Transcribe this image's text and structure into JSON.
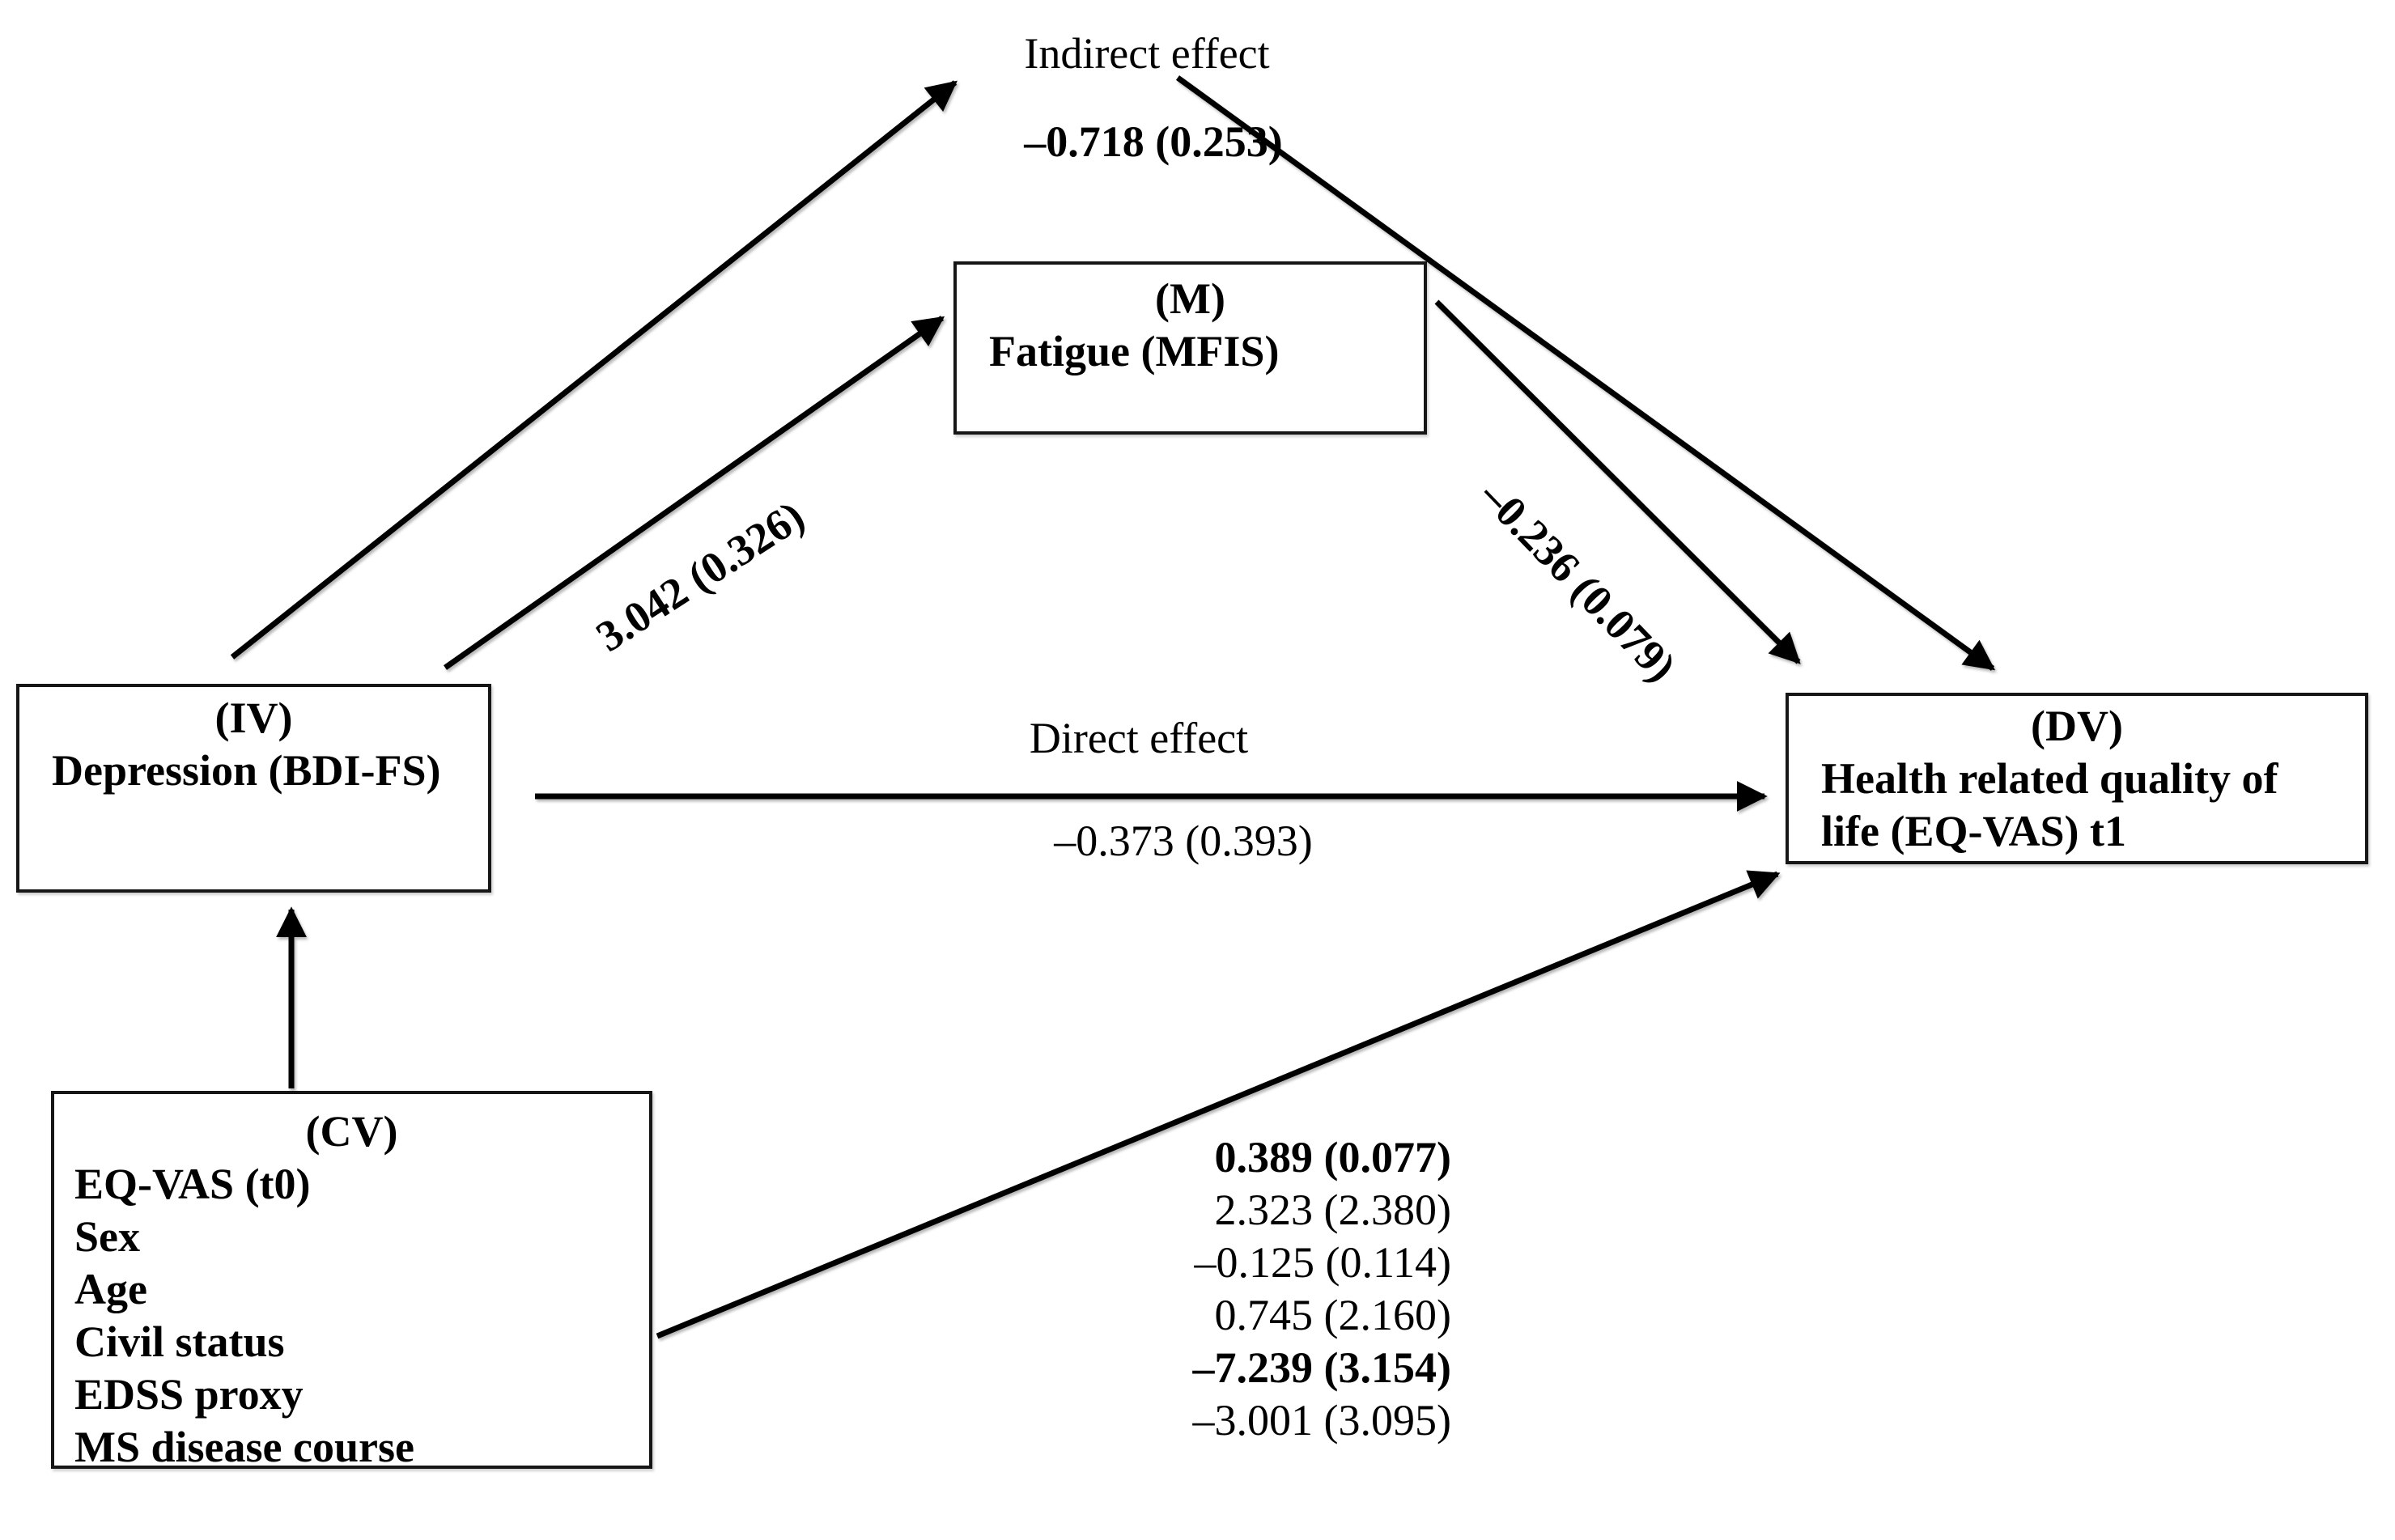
{
  "boxes": {
    "iv": {
      "tag": "(IV)",
      "label": "Depression (BDI-FS)"
    },
    "m": {
      "tag": "(M)",
      "label": "Fatigue (MFIS)"
    },
    "dv": {
      "tag": "(DV)",
      "label_line1": "Health related quality of",
      "label_line2": "life (EQ-VAS) t1"
    },
    "cv": {
      "tag": "(CV)",
      "items": [
        "EQ-VAS (t0)",
        "Sex",
        "Age",
        "Civil status",
        "EDSS proxy",
        "MS disease course"
      ]
    }
  },
  "labels": {
    "indirect_title": "Indirect effect",
    "indirect_value": "–0.718 (0.253)",
    "direct_title": "Direct effect",
    "direct_value": "–0.373 (0.393)",
    "a_path_value": "3.042 (0.326)",
    "b_path_value": "–0.236 (0.079)"
  },
  "cv_coefficients": [
    {
      "text": "0.389 (0.077)",
      "bold": true
    },
    {
      "text": "2.323 (2.380)",
      "bold": false
    },
    {
      "text": "–0.125 (0.114)",
      "bold": false
    },
    {
      "text": "0.745 (2.160)",
      "bold": false
    },
    {
      "text": "–7.239 (3.154)",
      "bold": true
    },
    {
      "text": "–3.001 (3.095)",
      "bold": false
    }
  ],
  "colors": {
    "ink": "#000000",
    "background": "#ffffff"
  }
}
